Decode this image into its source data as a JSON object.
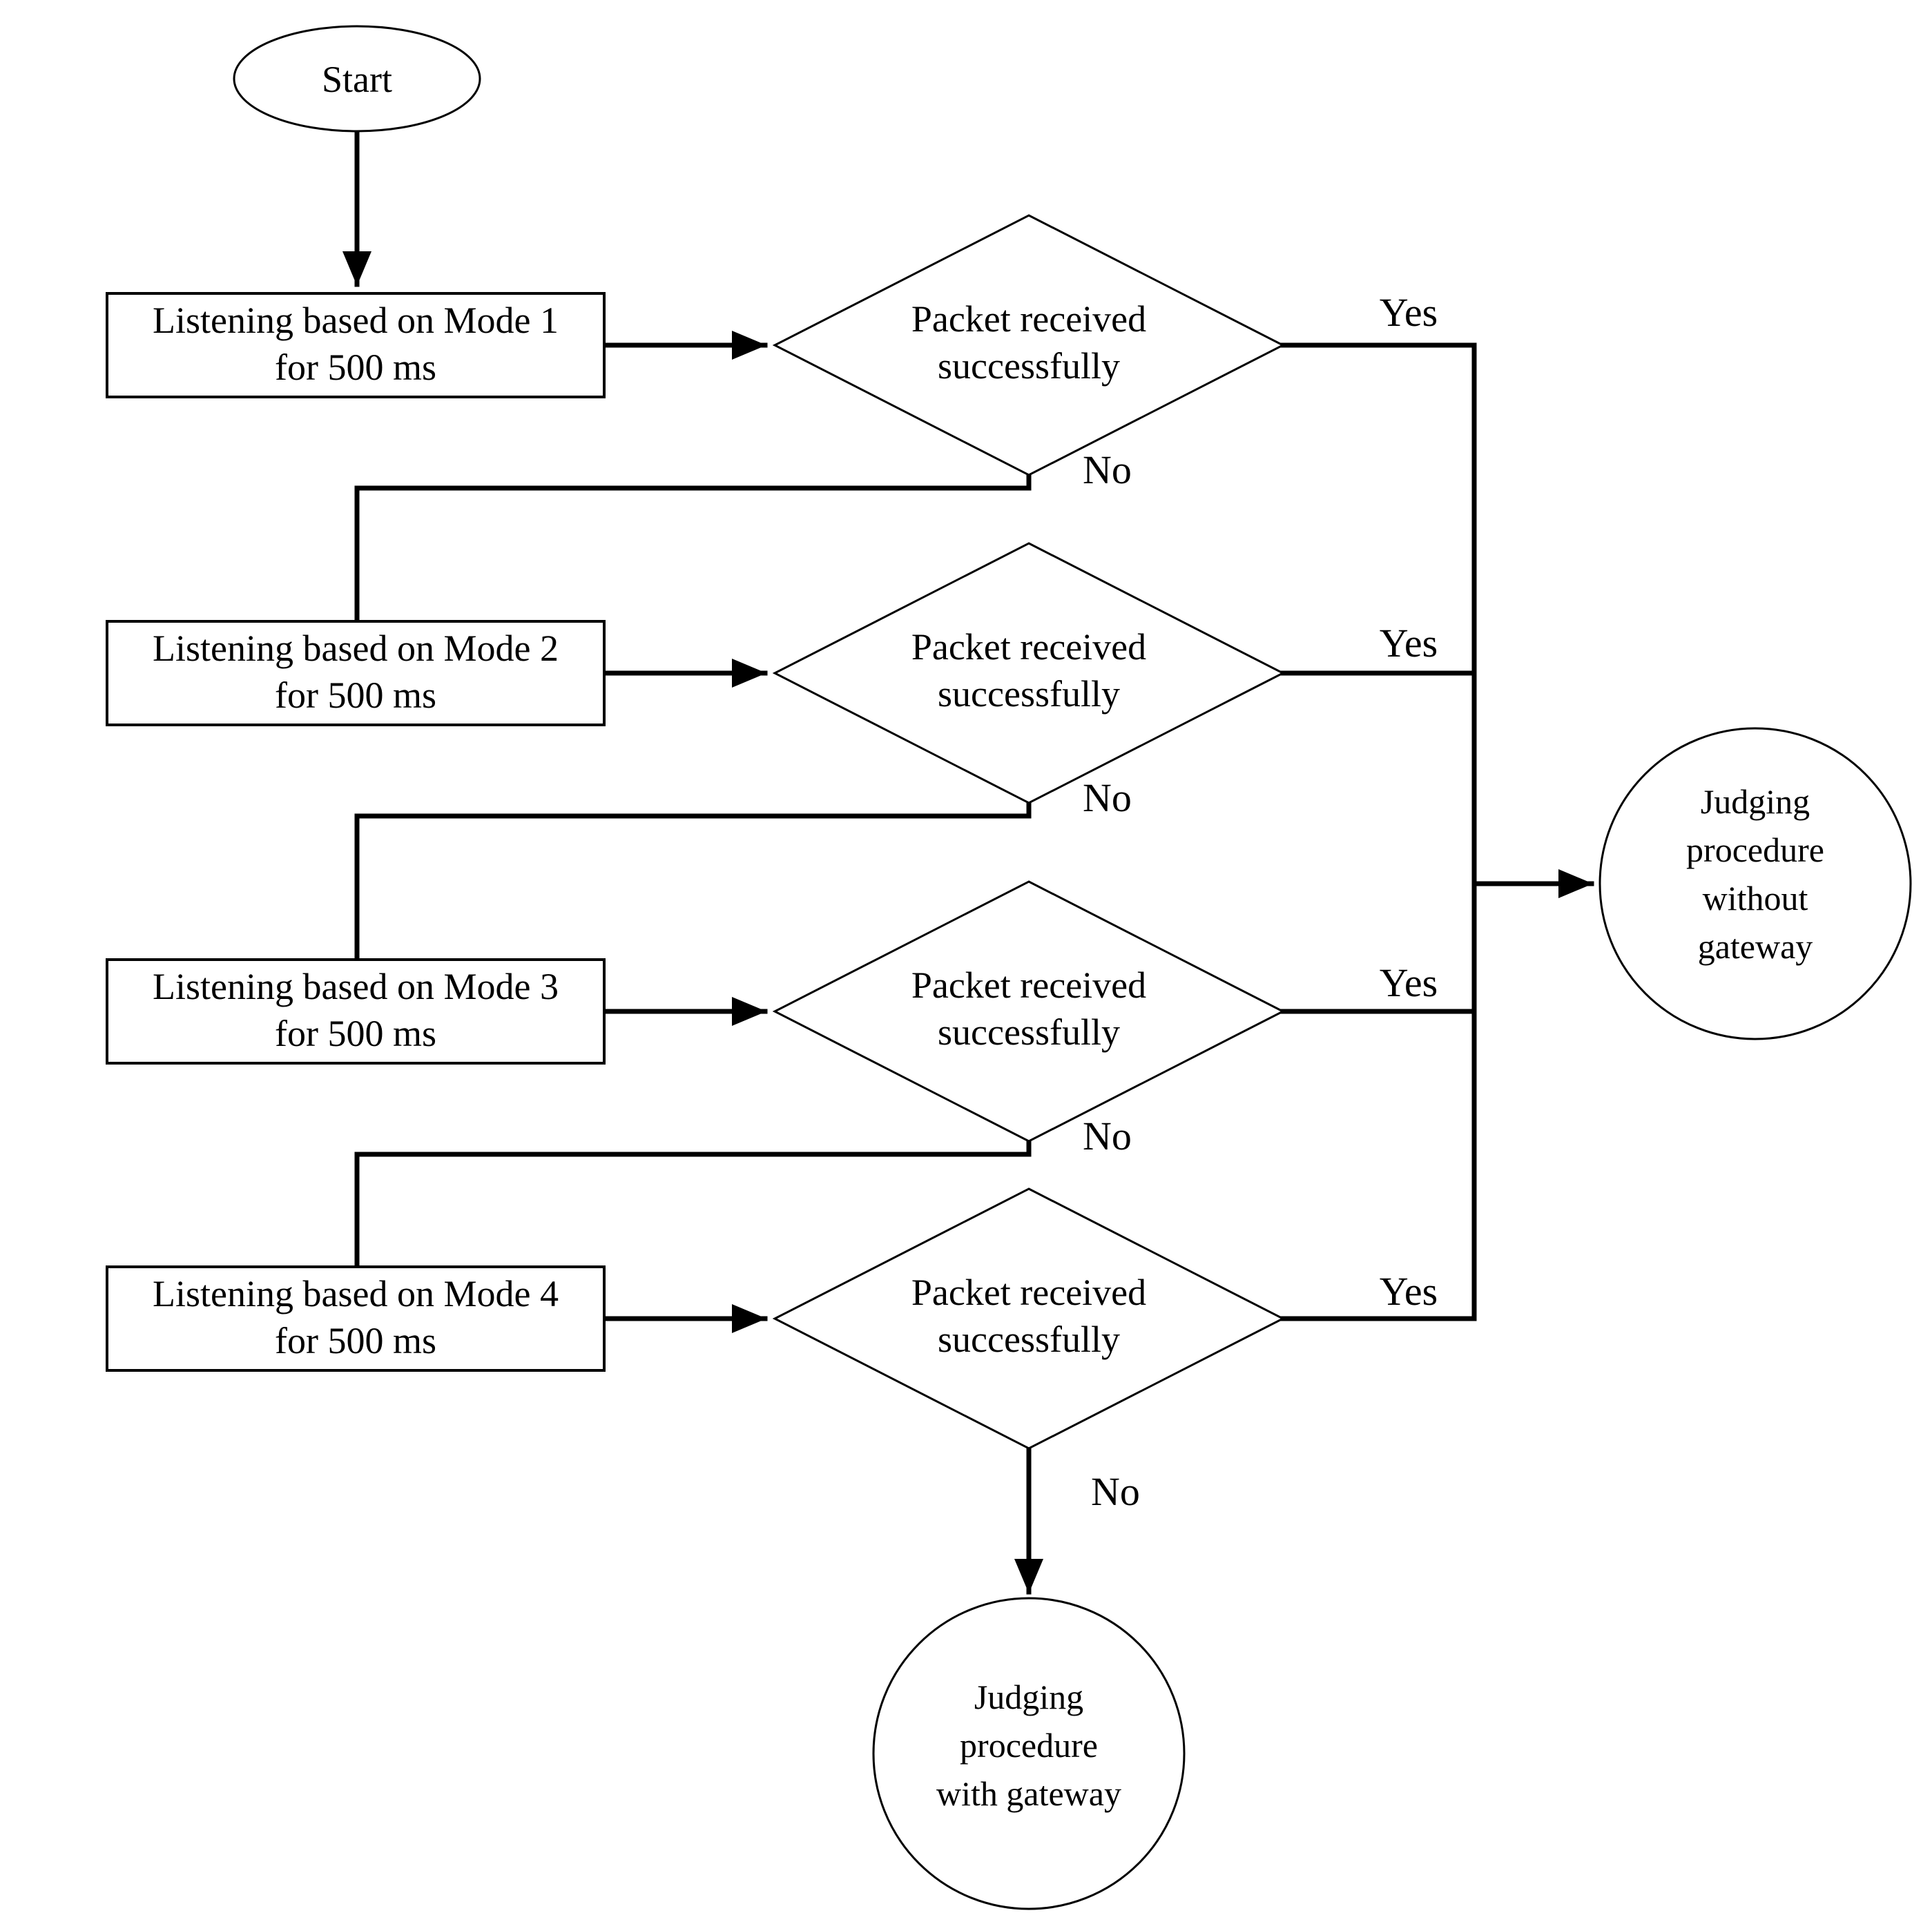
{
  "colors": {
    "ink": "#000000",
    "paper": "#ffffff"
  },
  "nodes": {
    "start": {
      "type": "ellipse",
      "label": "Start"
    },
    "processes": [
      {
        "type": "rect",
        "lines": [
          "Listening based on Mode 1",
          "for 500 ms"
        ]
      },
      {
        "type": "rect",
        "lines": [
          "Listening based on Mode 2",
          "for 500 ms"
        ]
      },
      {
        "type": "rect",
        "lines": [
          "Listening based on Mode 3",
          "for 500 ms"
        ]
      },
      {
        "type": "rect",
        "lines": [
          "Listening based on Mode 4",
          "for 500 ms"
        ]
      }
    ],
    "decisions": [
      {
        "type": "diamond",
        "lines": [
          "Packet received",
          "successfully"
        ]
      },
      {
        "type": "diamond",
        "lines": [
          "Packet received",
          "successfully"
        ]
      },
      {
        "type": "diamond",
        "lines": [
          "Packet received",
          "successfully"
        ]
      },
      {
        "type": "diamond",
        "lines": [
          "Packet received",
          "successfully"
        ]
      }
    ],
    "terminals": [
      {
        "id": "without-gateway",
        "type": "circle",
        "lines": [
          "Judging",
          "procedure",
          "without",
          "gateway"
        ]
      },
      {
        "id": "with-gateway",
        "type": "circle",
        "lines": [
          "Judging",
          "procedure",
          "with gateway"
        ]
      }
    ]
  },
  "edges": [
    {
      "from": "start",
      "to": "process-1",
      "label": ""
    },
    {
      "from": "process-1",
      "to": "decision-1",
      "label": ""
    },
    {
      "from": "decision-1",
      "to": "terminal-without-gateway",
      "label": "Yes"
    },
    {
      "from": "decision-1",
      "to": "process-2",
      "label": "No"
    },
    {
      "from": "process-2",
      "to": "decision-2",
      "label": ""
    },
    {
      "from": "decision-2",
      "to": "terminal-without-gateway",
      "label": "Yes"
    },
    {
      "from": "decision-2",
      "to": "process-3",
      "label": "No"
    },
    {
      "from": "process-3",
      "to": "decision-3",
      "label": ""
    },
    {
      "from": "decision-3",
      "to": "terminal-without-gateway",
      "label": "Yes"
    },
    {
      "from": "decision-3",
      "to": "process-4",
      "label": "No"
    },
    {
      "from": "process-4",
      "to": "decision-4",
      "label": ""
    },
    {
      "from": "decision-4",
      "to": "terminal-without-gateway",
      "label": "Yes"
    },
    {
      "from": "decision-4",
      "to": "terminal-with-gateway",
      "label": "No"
    }
  ]
}
